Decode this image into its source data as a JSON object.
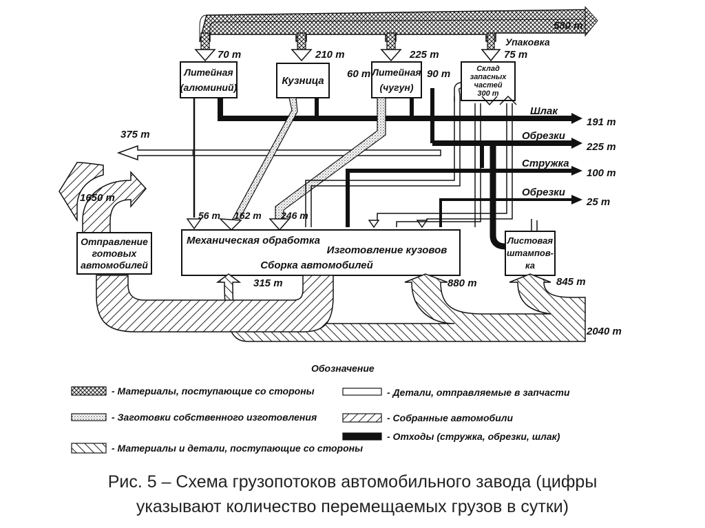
{
  "boxes": {
    "foundry_al": [
      "Литейная",
      "(алюминий)"
    ],
    "forge": "Кузница",
    "foundry_iron": [
      "Литейная",
      "(чугун)"
    ],
    "warehouse": [
      "Склад",
      "запасных",
      "частей",
      "300 т"
    ],
    "main": [
      "Механическая обработка",
      "Изготовление кузовов",
      "Сборка автомобилей"
    ],
    "shipping": [
      "Отправление",
      "готовых",
      "автомобилей"
    ],
    "stamping": [
      "Листовая",
      "штампов-",
      "ка"
    ]
  },
  "flow_labels": {
    "top_in": "580 т",
    "packing": "Упаковка",
    "to_foundry_al": "70 т",
    "to_forge": "210 т",
    "to_foundry_iron": "225 т",
    "to_warehouse": "75 т",
    "iron_left": "60 т",
    "iron_right": "90 т",
    "out_375": "375 т",
    "out_1650": "1650 т",
    "slag": "Шлак",
    "slag_val": "191 т",
    "scrap1": "Обрезки",
    "scrap1_val": "225 т",
    "chips": "Стружка",
    "chips_val": "100 т",
    "scrap2": "Обрезки",
    "scrap2_val": "25 т",
    "in_56": "56 т",
    "in_162": "162 т",
    "in_246": "246 т",
    "in_315": "315 т",
    "in_880": "880 т",
    "in_845": "845 т",
    "in_2040": "2040 т"
  },
  "legend": {
    "title": "Обозначение",
    "items": [
      "- Материалы, поступающие со стороны",
      "- Заготовки собственного изготовления",
      "- Материалы и детали, поступающие со стороны",
      "- Детали, отправляемые в запчасти",
      "- Собранные автомобили",
      "- Отходы (стружка, обрезки, шлак)"
    ]
  },
  "caption": [
    "Рис. 5 – Схема грузопотоков автомобильного завода (цифры",
    "указывают количество перемещаемых грузов в сутки)"
  ]
}
